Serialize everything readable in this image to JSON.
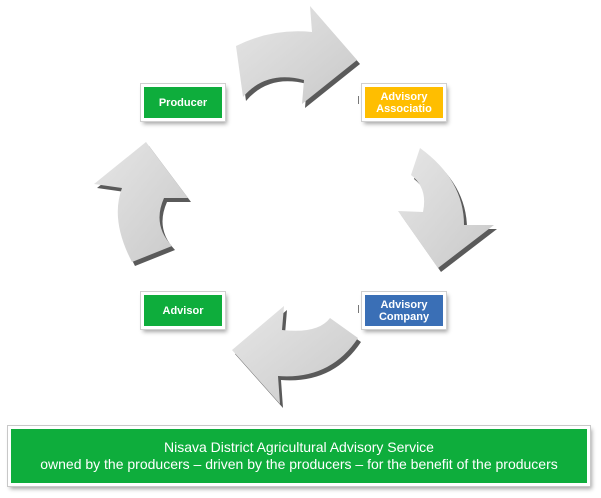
{
  "diagram": {
    "nodes": {
      "producer": {
        "label": "Producer",
        "color": "#0ead3c"
      },
      "association": {
        "label": "Advisory Associatio",
        "color": "#ffbe00"
      },
      "company": {
        "label": "Advisory Company",
        "color": "#3a6fb6"
      },
      "advisor": {
        "label": "Advisor",
        "color": "#0ead3c"
      }
    },
    "arrows": [
      {
        "from": "producer",
        "to": "association",
        "icon": "curved-arrow"
      },
      {
        "from": "association",
        "to": "company",
        "icon": "curved-arrow"
      },
      {
        "from": "company",
        "to": "advisor",
        "icon": "curved-arrow"
      },
      {
        "from": "advisor",
        "to": "producer",
        "icon": "curved-arrow"
      }
    ],
    "arrow_color": "#d4d4d4"
  },
  "footer": {
    "title": "Nisava District Agricultural Advisory Service",
    "subtitle": "owned by the producers – driven by the producers – for the benefit of the producers",
    "color": "#0ead3c"
  }
}
